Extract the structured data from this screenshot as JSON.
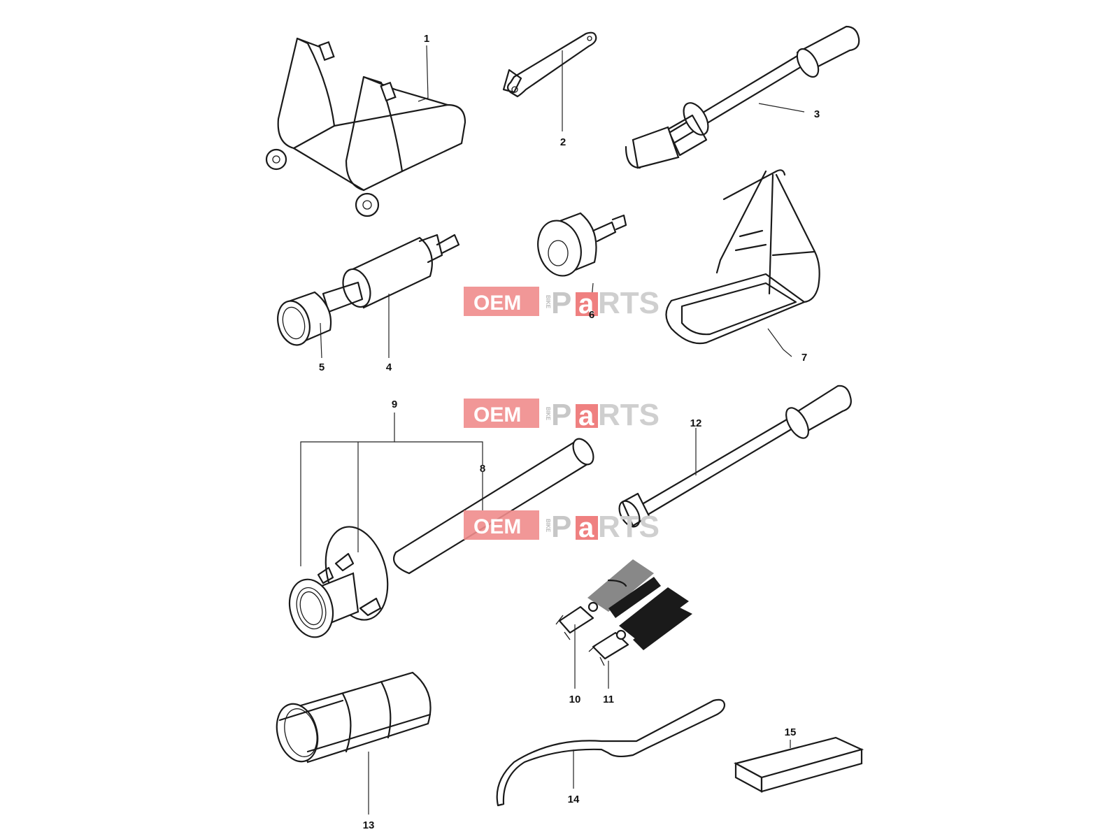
{
  "callouts": {
    "c1": "1",
    "c2": "2",
    "c3": "3",
    "c4": "4",
    "c5": "5",
    "c6": "6",
    "c7": "7",
    "c8": "8",
    "c9": "9",
    "c10": "10",
    "c11": "11",
    "c12": "12",
    "c13": "13",
    "c14": "14",
    "c15": "15"
  },
  "watermark": {
    "oem": "OEM",
    "bike": "BIKE",
    "p": "P",
    "a": "a",
    "rts": "RTS",
    "box_color": "#ef8c8c",
    "letter_color": "#c7c7c7"
  }
}
